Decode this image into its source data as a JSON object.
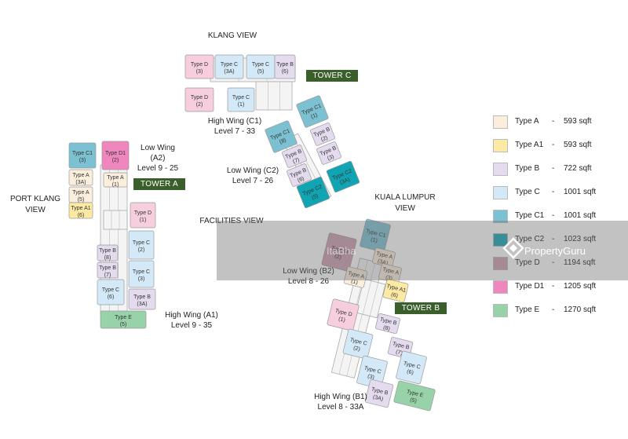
{
  "views": {
    "klang": "KLANG VIEW",
    "port_klang": [
      "PORT KLANG",
      "VIEW"
    ],
    "kuala_lumpur": [
      "KUALA LUMPUR",
      "VIEW"
    ],
    "facilities": "FACILITIES VIEW"
  },
  "towers": {
    "a": "TOWER A",
    "b": "TOWER B",
    "c": "TOWER C"
  },
  "wings": {
    "c1": [
      "High Wing (C1)",
      "Level 7 - 33"
    ],
    "c2": [
      "Low Wing (C2)",
      "Level 7 - 26"
    ],
    "a2": [
      "Low Wing",
      "(A2)",
      "Level 9 - 25"
    ],
    "a1": [
      "High Wing (A1)",
      "Level 9 - 35"
    ],
    "b2": [
      "Low Wing (B2)",
      "Level 8 - 26"
    ],
    "b1": [
      "High Wing (B1)",
      "Level 8 - 33A"
    ]
  },
  "legend": [
    {
      "name": "Type A",
      "dash": "-",
      "size": "593 sqft",
      "color": "#fbeedd"
    },
    {
      "name": "Type A1",
      "dash": "-",
      "size": "593 sqft",
      "color": "#fbe9a4"
    },
    {
      "name": "Type B",
      "dash": "-",
      "size": "722 sqft",
      "color": "#e4dbef"
    },
    {
      "name": "Type C",
      "dash": "-",
      "size": "1001 sqft",
      "color": "#d3e9f7"
    },
    {
      "name": "Type C1",
      "dash": "-",
      "size": "1001 sqft",
      "color": "#7cc1d2"
    },
    {
      "name": "Type C2",
      "dash": "-",
      "size": "1023 sqft",
      "color": "#11a5b3"
    },
    {
      "name": "Type D",
      "dash": "-",
      "size": "1194 sqft",
      "color": "#cd9db1"
    },
    {
      "name": "Type D1",
      "dash": "-",
      "size": "1205 sqft",
      "color": "#ef86bd"
    },
    {
      "name": "Type E",
      "dash": "-",
      "size": "1270 sqft",
      "color": "#98d2a8"
    }
  ],
  "units": [
    {
      "t": "Type D",
      "n": "(3)",
      "c": "#f6cedd"
    },
    {
      "t": "Type C",
      "n": "(3A)",
      "c": "#d3e9f7"
    },
    {
      "t": "Type C",
      "n": "(5)",
      "c": "#d3e9f7"
    },
    {
      "t": "Type B",
      "n": "(6)",
      "c": "#e4dbef"
    },
    {
      "t": "Type D",
      "n": "(2)",
      "c": "#f6cedd"
    },
    {
      "t": "Type C",
      "n": "(1)",
      "c": "#d3e9f7"
    },
    {
      "t": "Type C1",
      "n": "(1)",
      "c": "#7cc1d2"
    },
    {
      "t": "Type C1",
      "n": "(8)",
      "c": "#7cc1d2"
    },
    {
      "t": "Type B",
      "n": "(2)",
      "c": "#e4dbef"
    },
    {
      "t": "Type B",
      "n": "(3)",
      "c": "#e4dbef"
    },
    {
      "t": "Type B",
      "n": "(7)",
      "c": "#e4dbef"
    },
    {
      "t": "Type B",
      "n": "(6)",
      "c": "#e4dbef"
    },
    {
      "t": "Type C2",
      "n": "(5)",
      "c": "#11a5b3"
    },
    {
      "t": "Type C2",
      "n": "(3A)",
      "c": "#11a5b3"
    },
    {
      "t": "Type C1",
      "n": "(3)",
      "c": "#7cc1d2"
    },
    {
      "t": "Type D1",
      "n": "(2)",
      "c": "#ef86bd"
    },
    {
      "t": "Type A",
      "n": "(3A)",
      "c": "#fbeedd"
    },
    {
      "t": "Type A",
      "n": "(1)",
      "c": "#fbeedd"
    },
    {
      "t": "Type A",
      "n": "(5)",
      "c": "#fbeedd"
    },
    {
      "t": "Type A1",
      "n": "(6)",
      "c": "#fbe9a4"
    },
    {
      "t": "Type D",
      "n": "(1)",
      "c": "#f6cedd"
    },
    {
      "t": "Type C",
      "n": "(2)",
      "c": "#d3e9f7"
    },
    {
      "t": "Type C",
      "n": "(3)",
      "c": "#d3e9f7"
    },
    {
      "t": "Type B",
      "n": "(3A)",
      "c": "#e4dbef"
    },
    {
      "t": "Type B",
      "n": "(8)",
      "c": "#e4dbef"
    },
    {
      "t": "Type B",
      "n": "(7)",
      "c": "#e4dbef"
    },
    {
      "t": "Type C",
      "n": "(6)",
      "c": "#d3e9f7"
    },
    {
      "t": "Type E",
      "n": "(5)",
      "c": "#98d2a8"
    },
    {
      "t": "Type D",
      "n": "(2)",
      "c": "#cd9db1"
    },
    {
      "t": "Type C1",
      "n": "(1)",
      "c": "#7cc1d2"
    },
    {
      "t": "Type A",
      "n": "(3A)",
      "c": "#fbeedd"
    },
    {
      "t": "Type A",
      "n": "(3)",
      "c": "#fbeedd"
    },
    {
      "t": "Type A",
      "n": "(1)",
      "c": "#fbeedd"
    },
    {
      "t": "Type A1",
      "n": "(6)",
      "c": "#fbe9a4"
    },
    {
      "t": "Type D",
      "n": "(1)",
      "c": "#f6cedd"
    },
    {
      "t": "Type B",
      "n": "(8)",
      "c": "#e4dbef"
    },
    {
      "t": "Type B",
      "n": "(7)",
      "c": "#e4dbef"
    },
    {
      "t": "Type C",
      "n": "(2)",
      "c": "#d3e9f7"
    },
    {
      "t": "Type C",
      "n": "(6)",
      "c": "#d3e9f7"
    },
    {
      "t": "Type C",
      "n": "(3)",
      "c": "#d3e9f7"
    },
    {
      "t": "Type B",
      "n": "(3A)",
      "c": "#e4dbef"
    },
    {
      "t": "Type E",
      "n": "(5)",
      "c": "#98d2a8"
    }
  ],
  "watermark": {
    "brand": "PropertyGuru",
    "faint": "ItaBha"
  }
}
